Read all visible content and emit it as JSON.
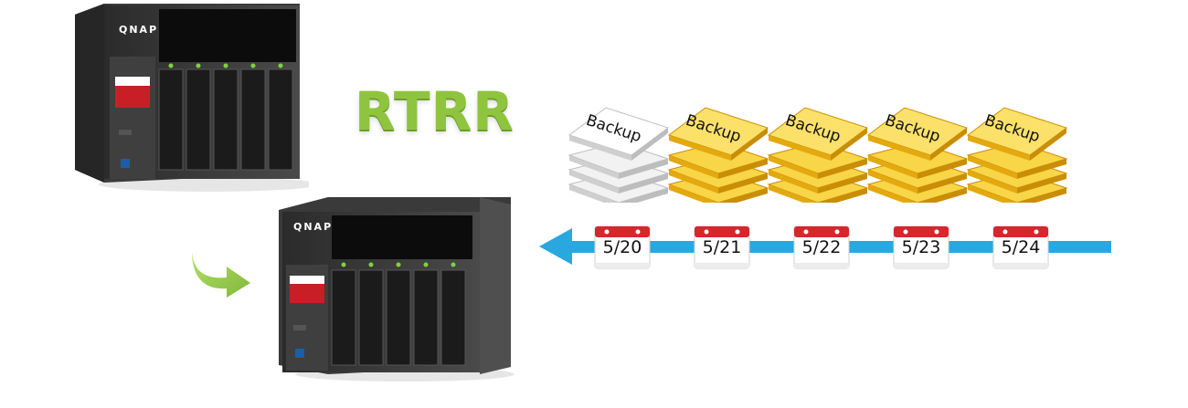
{
  "title": "RTRR",
  "nas_brand": "QNAP",
  "backup_label": "Backup",
  "dates": [
    "5/20",
    "5/21",
    "5/22",
    "5/23",
    "5/24"
  ],
  "stacks": [
    {
      "color": "gray"
    },
    {
      "color": "yellow"
    },
    {
      "color": "yellow"
    },
    {
      "color": "yellow"
    },
    {
      "color": "yellow"
    }
  ],
  "colors": {
    "title_green": "#8fc43f",
    "timeline_blue": "#29a8e0",
    "calendar_red": "#d7262c",
    "stack_yellow": "#f6c21a",
    "stack_gray": "#dcdcdc"
  }
}
